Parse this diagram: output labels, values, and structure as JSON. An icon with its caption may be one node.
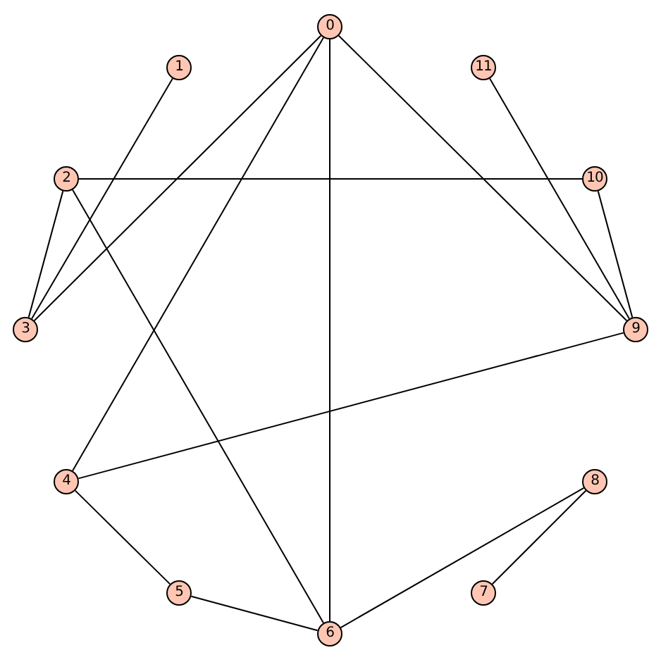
{
  "diagram": {
    "nodes": [
      {
        "text": [
          "0"
        ]
      },
      {
        "text": [
          "1"
        ]
      },
      {
        "text": [
          "2"
        ]
      },
      {
        "text": [
          "3"
        ]
      },
      {
        "text": [
          "4"
        ]
      },
      {
        "text": [
          "5"
        ]
      },
      {
        "text": [
          "6"
        ]
      },
      {
        "text": [
          "7"
        ]
      },
      {
        "text": [
          "8"
        ]
      },
      {
        "text": [
          "9"
        ]
      },
      {
        "text": [
          "10"
        ]
      },
      {
        "text": [
          "11"
        ]
      }
    ],
    "edges": [
      {
        "from": 0,
        "to": 3,
        "arrow": "none"
      },
      {
        "from": 0,
        "to": 4,
        "arrow": "none"
      },
      {
        "from": 0,
        "to": 6,
        "arrow": "none"
      },
      {
        "from": 0,
        "to": 9,
        "arrow": "none"
      },
      {
        "from": 1,
        "to": 3,
        "arrow": "none"
      },
      {
        "from": 2,
        "to": 3,
        "arrow": "none"
      },
      {
        "from": 2,
        "to": 10,
        "arrow": "none"
      },
      {
        "from": 2,
        "to": 6,
        "arrow": "none"
      },
      {
        "from": 11,
        "to": 9,
        "arrow": "none"
      },
      {
        "from": 10,
        "to": 9,
        "arrow": "none"
      },
      {
        "from": 9,
        "to": 4,
        "arrow": "none"
      },
      {
        "from": 4,
        "to": 5,
        "arrow": "none"
      },
      {
        "from": 5,
        "to": 6,
        "arrow": "none"
      },
      {
        "from": 6,
        "to": 8,
        "arrow": "none"
      },
      {
        "from": 8,
        "to": 7,
        "arrow": "none"
      }
    ]
  }
}
